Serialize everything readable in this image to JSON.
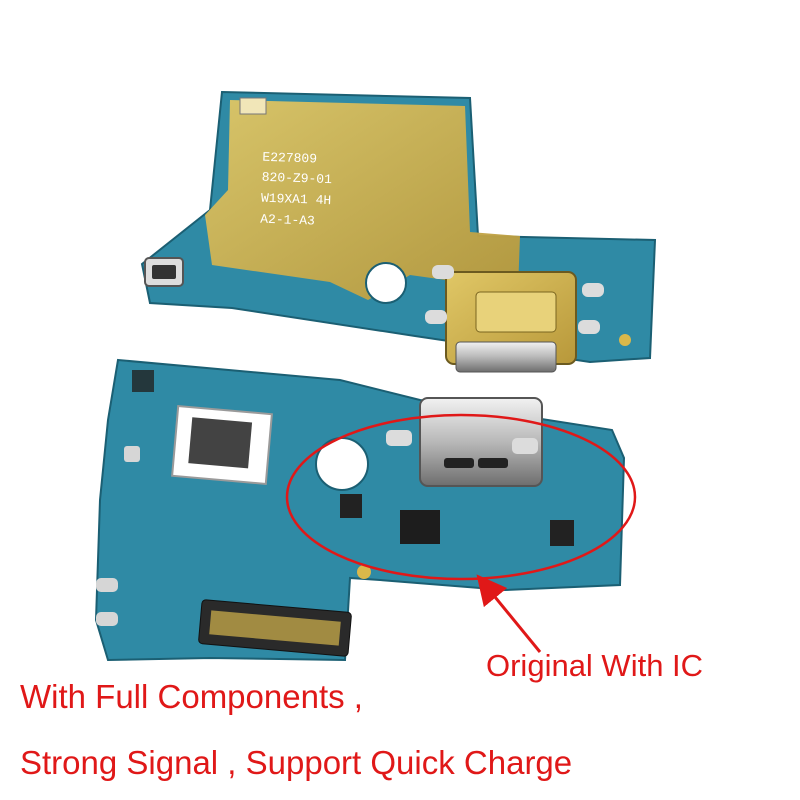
{
  "labels": {
    "board_top_silkscreen_1": "E227809",
    "board_top_silkscreen_2": "820-Z9-01",
    "board_top_silkscreen_3": "W19XA1  4H",
    "board_top_silkscreen_4": "A2-1-A3",
    "callout": "Original With IC",
    "line1": "With Full Components ,",
    "line2": "Strong Signal ,   Support Quick Charge"
  },
  "colors": {
    "background": "#ffffff",
    "pcb_blue": "#1f7f9c",
    "pcb_gold": "#c9b04b",
    "caption_text": "#e01818",
    "callout_ellipse": "#e01818"
  }
}
